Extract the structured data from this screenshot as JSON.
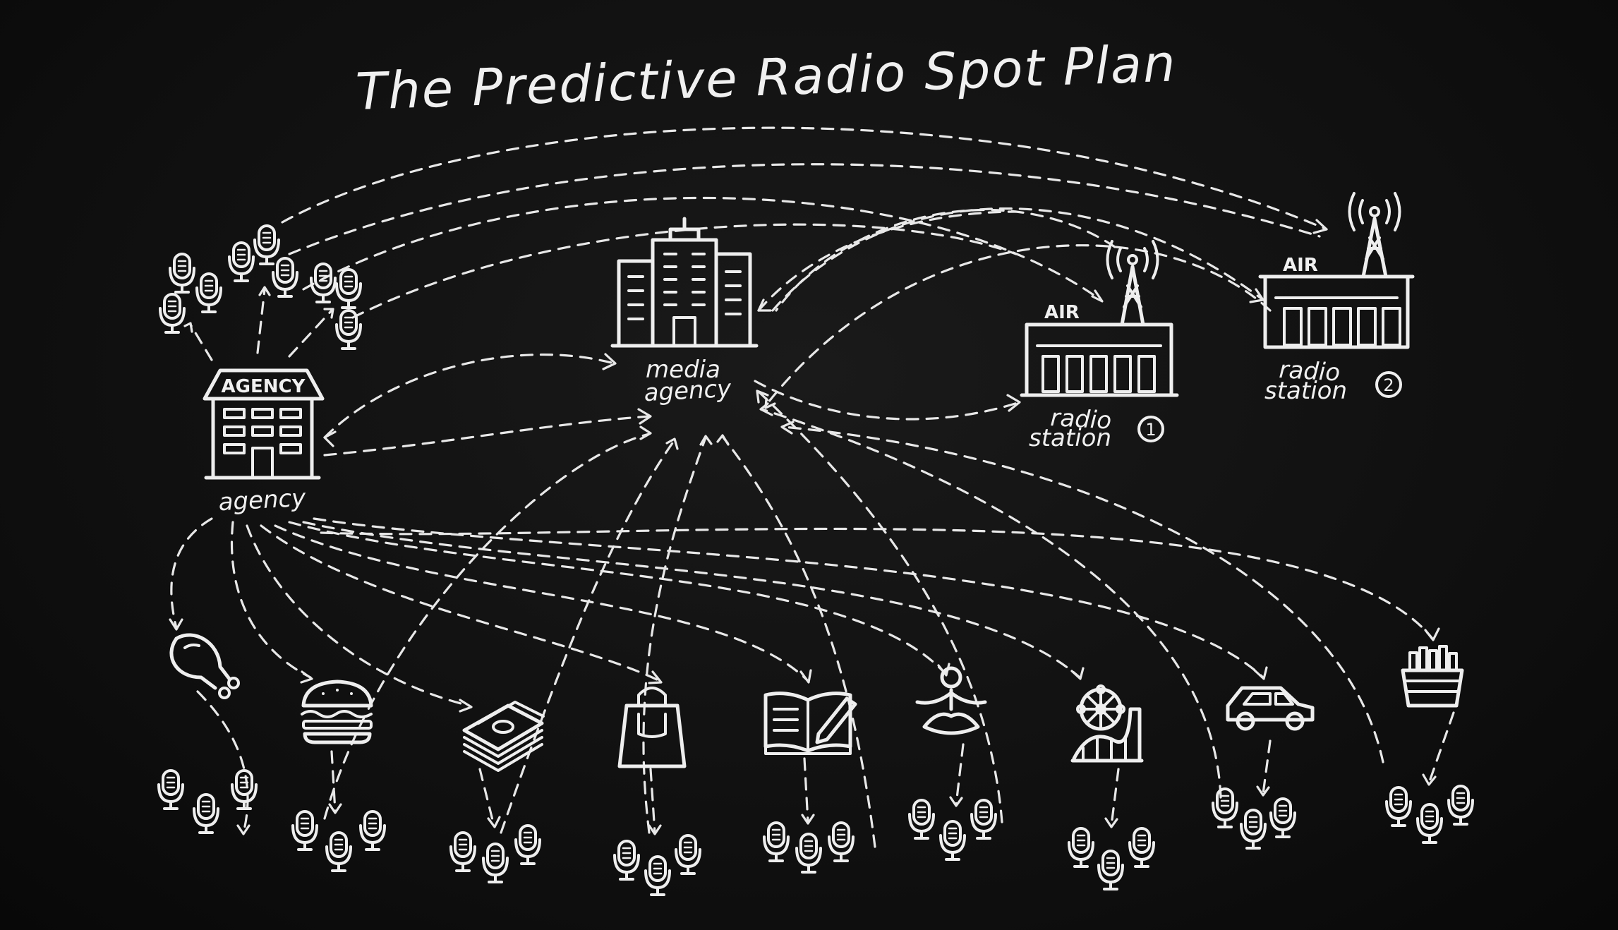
{
  "title": "The Predictive Radio Spot Plan",
  "nodes": {
    "agency": {
      "label": "agency",
      "sign": "AGENCY"
    },
    "media_agency": {
      "label_line1": "media",
      "label_line2": "agency"
    },
    "station1": {
      "label_line1": "radio",
      "label_line2": "station",
      "number": "1",
      "sign": "AIR"
    },
    "station2": {
      "label_line1": "radio",
      "label_line2": "station",
      "number": "2",
      "sign": "AIR"
    }
  },
  "categories": [
    {
      "icon": "chicken-leg-icon"
    },
    {
      "icon": "burger-icon"
    },
    {
      "icon": "money-stack-icon"
    },
    {
      "icon": "shopping-bag-icon"
    },
    {
      "icon": "open-book-icon"
    },
    {
      "icon": "meditation-icon"
    },
    {
      "icon": "amusement-park-icon"
    },
    {
      "icon": "car-icon"
    },
    {
      "icon": "french-fries-icon"
    }
  ],
  "colors": {
    "background": "#101010",
    "chalk": "#eeeeee"
  }
}
